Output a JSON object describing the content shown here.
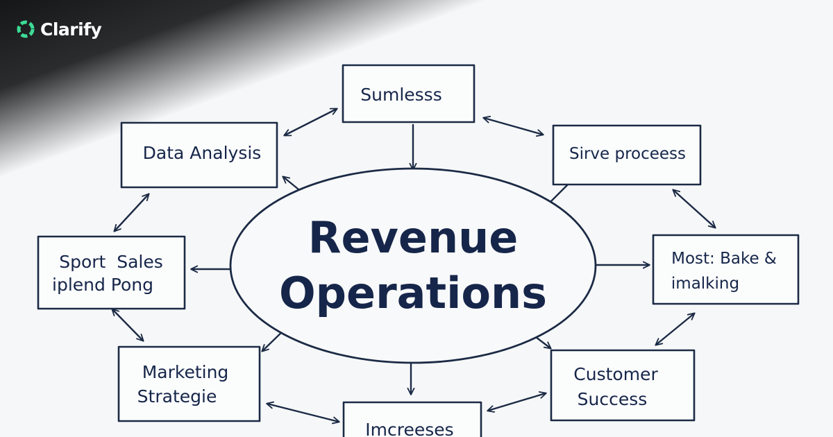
{
  "brand": {
    "name": "Clarify",
    "icon": "clarify-logo-icon",
    "accent_color": "#3ddc97"
  },
  "diagram": {
    "center": {
      "line1": "Revenue",
      "line2": "Operations"
    },
    "nodes": {
      "top": {
        "lines": [
          "Sumlesss"
        ]
      },
      "data_analysis": {
        "lines": [
          "Data Analysis"
        ]
      },
      "sirve": {
        "lines": [
          "Sirve proceess"
        ]
      },
      "sport_sales": {
        "lines": [
          "Sport  Sales",
          "iplend Pong"
        ]
      },
      "most_bake": {
        "lines": [
          "Most: Bake &",
          "imalking"
        ]
      },
      "marketing": {
        "lines": [
          "Marketing",
          "Strategie"
        ]
      },
      "customer_success": {
        "lines": [
          "Customer",
          "Success"
        ]
      },
      "bottom": {
        "lines": [
          "Imcreeses"
        ]
      }
    },
    "colors": {
      "ink": "#16264a",
      "box_fill": "#fbfcfc",
      "background": "#f6f7f8"
    }
  }
}
